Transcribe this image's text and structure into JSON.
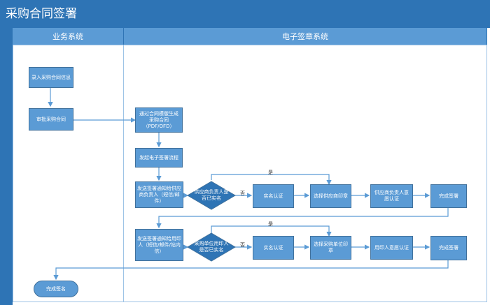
{
  "title": "采购合同签署",
  "lanes": {
    "business": "业务系统",
    "esign": "电子签章系统"
  },
  "nodes": {
    "input_contract": "录入采购合同信息",
    "review_contract": "审批采购合同",
    "generate_contract": "通过合同模版生成采购合同（PDF/OFD）",
    "start_flow": "发起电子签署流程",
    "notify_supplier": "发送签署通知给供应商负责人（短信/邮件）",
    "supplier_check": "供应商负责人是否已实名",
    "supplier_realname": "实名认证",
    "choose_supplier_seal": "选择供应商印章",
    "supplier_will": "供应商负责人意愿认证",
    "supplier_sign": "完成签署",
    "notify_user": "发送签署通知给用印人（短信/邮件/站内信）",
    "user_check": "采购单位用印人是否已实名",
    "user_realname": "实名认证",
    "choose_buyer_seal": "选择采购单位印章",
    "user_will": "用印人意愿认证",
    "user_sign": "完成签署",
    "done": "完成签名"
  },
  "edge_labels": {
    "yes_1": "是",
    "no_1": "否",
    "yes_2": "是",
    "no_2": "否"
  },
  "colors": {
    "title_bar": "#2e74b5",
    "node_fill": "#5b9bd5",
    "lane_header": "#5b9bd5",
    "connector": "#5b9bd5"
  }
}
